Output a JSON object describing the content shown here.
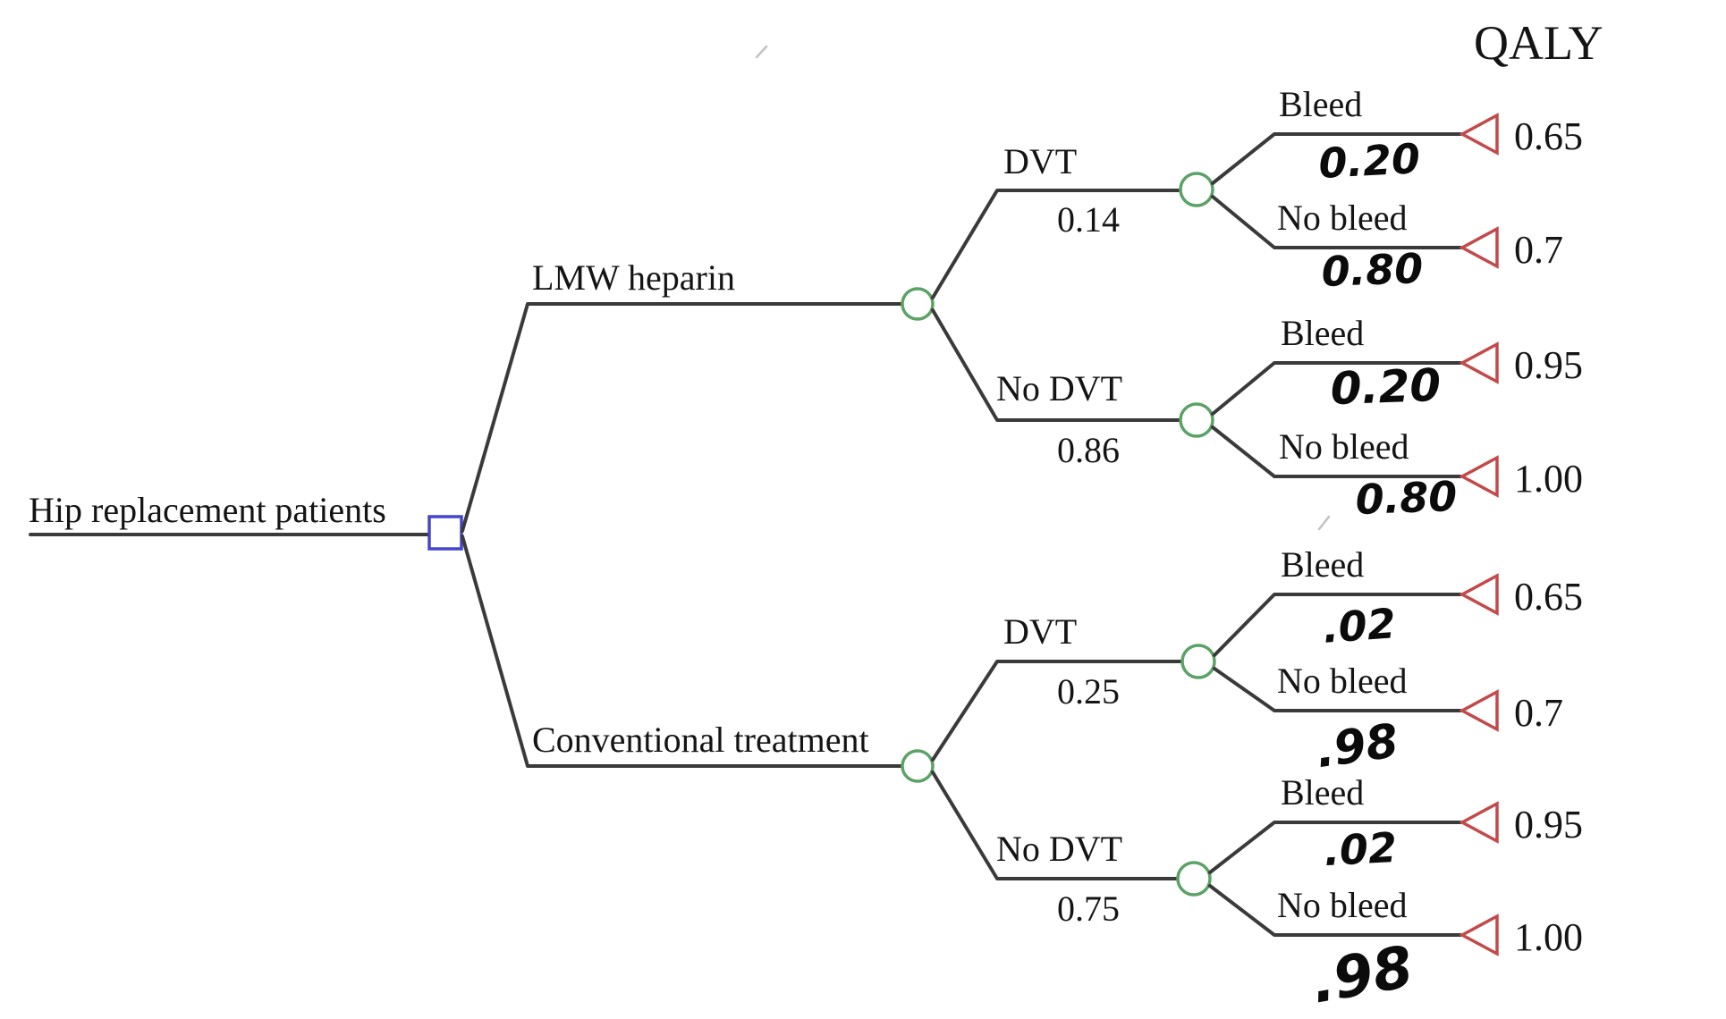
{
  "figure": {
    "outcome_header": "QALY",
    "root_label": "Hip replacement patients",
    "colors": {
      "decision_node": "#4545cd",
      "chance_node": "#5ca266",
      "terminal_node": "#c24a4a",
      "line": "#3a3a3a"
    },
    "strategies": [
      {
        "label": "LMW heparin",
        "chance_branches": [
          {
            "label": "DVT",
            "prob": "0.14",
            "outcomes": [
              {
                "label": "Bleed",
                "hand_prob": "0.20",
                "qaly": "0.65"
              },
              {
                "label": "No bleed",
                "hand_prob": "0.80",
                "qaly": "0.7"
              }
            ]
          },
          {
            "label": "No DVT",
            "prob": "0.86",
            "outcomes": [
              {
                "label": "Bleed",
                "hand_prob": "0.20",
                "qaly": "0.95"
              },
              {
                "label": "No bleed",
                "hand_prob": "0.80",
                "qaly": "1.00"
              }
            ]
          }
        ]
      },
      {
        "label": "Conventional treatment",
        "chance_branches": [
          {
            "label": "DVT",
            "prob": "0.25",
            "outcomes": [
              {
                "label": "Bleed",
                "hand_prob": ".02",
                "qaly": "0.65"
              },
              {
                "label": "No bleed",
                "hand_prob": ".98",
                "qaly": "0.7"
              }
            ]
          },
          {
            "label": "No DVT",
            "prob": "0.75",
            "outcomes": [
              {
                "label": "Bleed",
                "hand_prob": ".02",
                "qaly": "0.95"
              },
              {
                "label": "No bleed",
                "hand_prob": ".98",
                "qaly": "1.00"
              }
            ]
          }
        ]
      }
    ]
  }
}
